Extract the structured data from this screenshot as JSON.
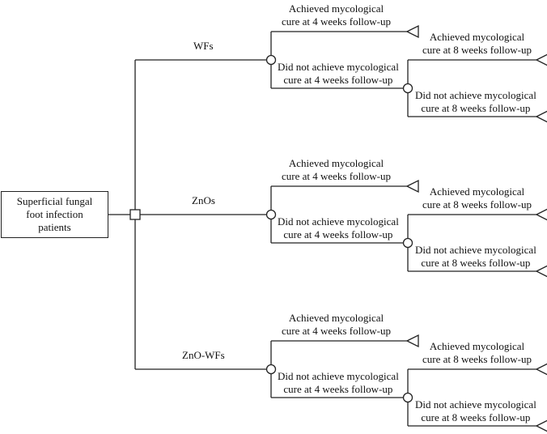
{
  "diagram": {
    "root_label": "Superficial fungal\nfoot infection\npatients",
    "arms": [
      {
        "name": "WFs",
        "achieved_4w": "Achieved mycological\ncure at 4 weeks follow-up",
        "not_achieved_4w": "Did not achieve mycological\ncure at 4 weeks follow-up",
        "achieved_8w": "Achieved mycological\ncure at 8 weeks follow-up",
        "not_achieved_8w": "Did not achieve mycological\ncure at 8 weeks follow-up"
      },
      {
        "name": "ZnOs",
        "achieved_4w": "Achieved mycological\ncure at 4 weeks follow-up",
        "not_achieved_4w": "Did not achieve mycological\ncure at 4 weeks follow-up",
        "achieved_8w": "Achieved mycological\ncure at 8 weeks follow-up",
        "not_achieved_8w": "Did not achieve mycological\ncure at 8 weeks follow-up"
      },
      {
        "name": "ZnO-WFs",
        "achieved_4w": "Achieved mycological\ncure at 4 weeks follow-up",
        "not_achieved_4w": "Did not achieve mycological\ncure at 4 weeks follow-up",
        "achieved_8w": "Achieved mycological\ncure at 8 weeks follow-up",
        "not_achieved_8w": "Did not achieve mycological\ncure at 8 weeks follow-up"
      }
    ],
    "colors": {
      "line": "#222222",
      "text": "#111111",
      "background": "#ffffff"
    }
  }
}
